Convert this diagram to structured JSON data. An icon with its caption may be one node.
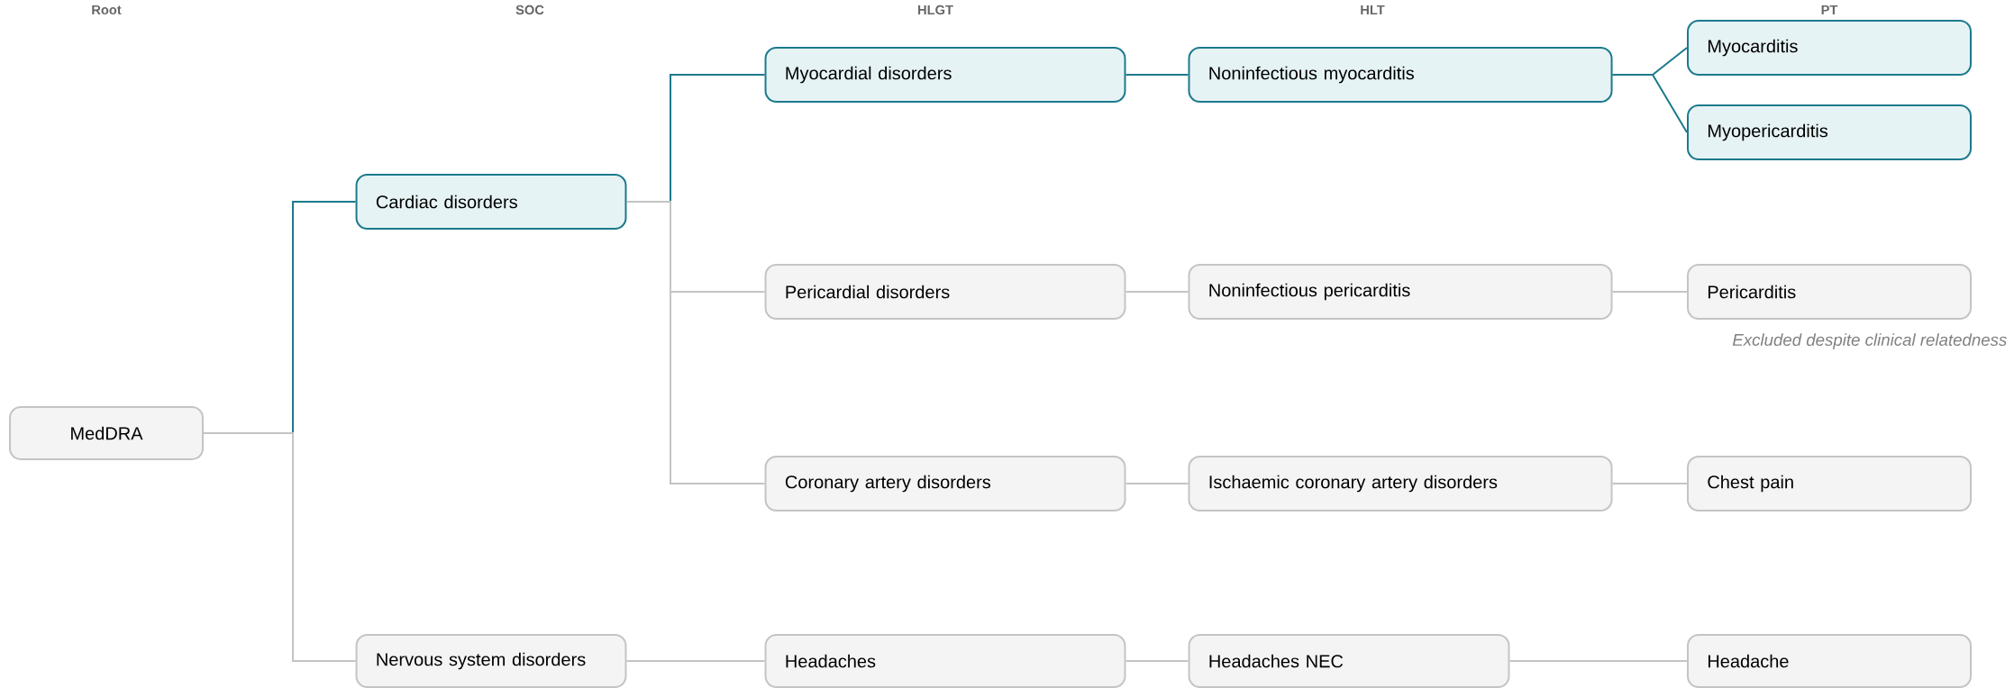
{
  "diagram": {
    "nodes": [
      {
        "text": [
          "MedDRA"
        ]
      },
      {
        "text": [
          "Cardiac disorders"
        ]
      },
      {
        "text": [
          "Nervous system disorders"
        ]
      },
      {
        "text": [
          "Myocardial disorders"
        ]
      },
      {
        "text": [
          "Pericardial disorders"
        ]
      },
      {
        "text": [
          "Coronary artery disorders"
        ]
      },
      {
        "text": [
          "Headaches"
        ]
      },
      {
        "text": [
          "Noninfectious myocarditis"
        ]
      },
      {
        "text": [
          "Noninfectious pericarditis"
        ]
      },
      {
        "text": [
          "Ischaemic coronary artery disorders"
        ]
      },
      {
        "text": [
          "Headaches NEC"
        ]
      },
      {
        "text": [
          "Myocarditis"
        ]
      },
      {
        "text": [
          "Myopericarditis"
        ]
      },
      {
        "text": [
          "Pericarditis"
        ],
        "beside": [
          "Excluded despite clinical relatedness"
        ]
      },
      {
        "text": [
          "Chest pain"
        ]
      },
      {
        "text": [
          "Headache"
        ]
      }
    ],
    "edges": [
      {
        "from": 0,
        "to": 1,
        "arrow": "none",
        "color": "#1b7a8c"
      },
      {
        "from": 0,
        "to": 2,
        "arrow": "none"
      },
      {
        "from": 1,
        "to": 3,
        "arrow": "none",
        "color": "#1b7a8c"
      },
      {
        "from": 1,
        "to": 4,
        "arrow": "none"
      },
      {
        "from": 1,
        "to": 5,
        "arrow": "none"
      },
      {
        "from": 2,
        "to": 6,
        "arrow": "none"
      },
      {
        "from": 3,
        "to": 7,
        "arrow": "none",
        "color": "#1b7a8c"
      },
      {
        "from": 4,
        "to": 8,
        "arrow": "none"
      },
      {
        "from": 5,
        "to": 9,
        "arrow": "none"
      },
      {
        "from": 6,
        "to": 10,
        "arrow": "none"
      },
      {
        "from": 7,
        "to": 11,
        "arrow": "none",
        "color": "#1b7a8c"
      },
      {
        "from": 7,
        "to": 12,
        "arrow": "none",
        "color": "#1b7a8c"
      },
      {
        "from": 8,
        "to": 13,
        "arrow": "none"
      },
      {
        "from": 9,
        "to": 14,
        "arrow": "none"
      },
      {
        "from": 10,
        "to": 15,
        "arrow": "none"
      }
    ],
    "labels": [
      "Root",
      "SOC",
      "HLGT",
      "HLT",
      "PT"
    ]
  }
}
